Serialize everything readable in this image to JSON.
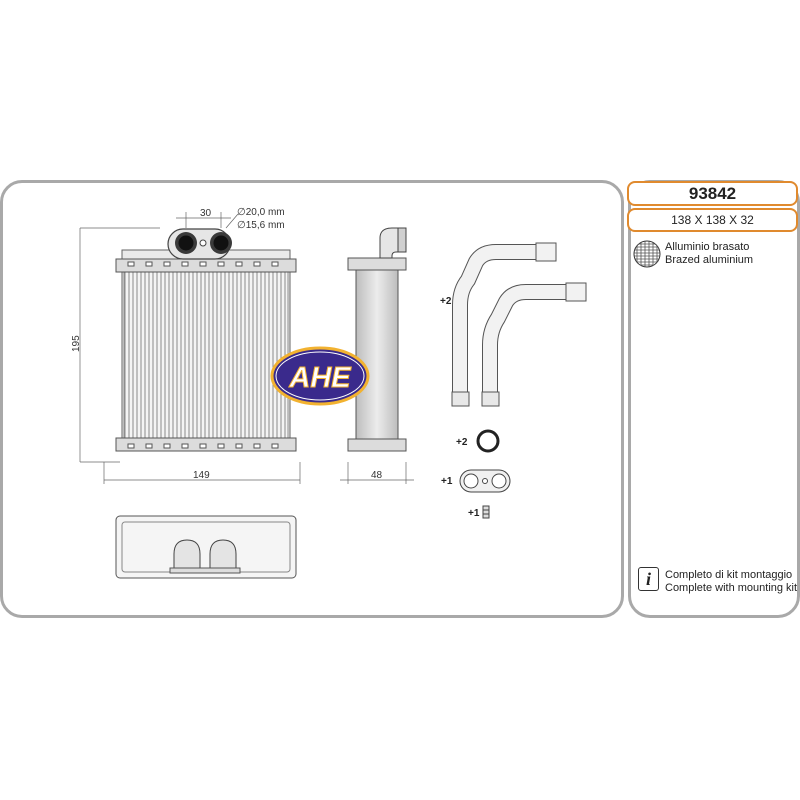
{
  "product": {
    "code": "93842",
    "dimensions": "138 X 138 X 32"
  },
  "material": {
    "line1": "Alluminio brasato",
    "line2": "Brazed aluminium",
    "icon": "brazed-material-icon"
  },
  "kit": {
    "line1": "Completo di kit montaggio",
    "line2": "Complete with mounting kit",
    "icon": "info-icon"
  },
  "drawing": {
    "pipe_spacing": "30",
    "outer_diameter": "∅20,0 mm",
    "inner_diameter": "∅15,6 mm",
    "height": "195",
    "width": "149",
    "depth": "48"
  },
  "brand": {
    "logo_text": "AHE"
  },
  "parts": {
    "pipes_qty": "+2",
    "oring_qty": "+2",
    "flange_qty": "+1",
    "screw_qty": "+1"
  },
  "colors": {
    "panel_border": "#a9a9a9",
    "accent_border": "#e08a2e",
    "logo_fill": "#3a2a8c",
    "logo_ring": "#f2b230"
  }
}
